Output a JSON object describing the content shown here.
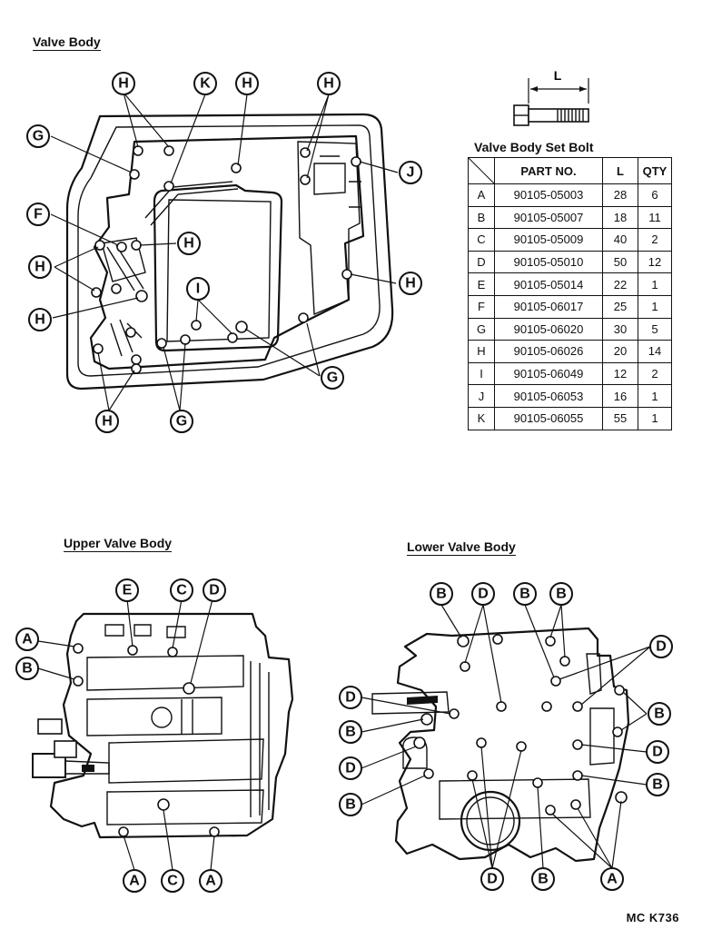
{
  "titles": {
    "valve_body": "Valve Body",
    "upper_valve_body": "Upper Valve Body",
    "lower_valve_body": "Lower Valve Body"
  },
  "bolt_dimension_label": "L",
  "table": {
    "title": "Valve Body Set Bolt",
    "headers": [
      "PART NO.",
      "L",
      "QTY"
    ],
    "rows": [
      {
        "key": "A",
        "part": "90105-05003",
        "L": "28",
        "qty": "6"
      },
      {
        "key": "B",
        "part": "90105-05007",
        "L": "18",
        "qty": "11"
      },
      {
        "key": "C",
        "part": "90105-05009",
        "L": "40",
        "qty": "2"
      },
      {
        "key": "D",
        "part": "90105-05010",
        "L": "50",
        "qty": "12"
      },
      {
        "key": "E",
        "part": "90105-05014",
        "L": "22",
        "qty": "1"
      },
      {
        "key": "F",
        "part": "90105-06017",
        "L": "25",
        "qty": "1"
      },
      {
        "key": "G",
        "part": "90105-06020",
        "L": "30",
        "qty": "5"
      },
      {
        "key": "H",
        "part": "90105-06026",
        "L": "20",
        "qty": "14"
      },
      {
        "key": "I",
        "part": "90105-06049",
        "L": "12",
        "qty": "2"
      },
      {
        "key": "J",
        "part": "90105-06053",
        "L": "16",
        "qty": "1"
      },
      {
        "key": "K",
        "part": "90105-06055",
        "L": "55",
        "qty": "1"
      }
    ]
  },
  "figure_code": "MC  K736"
}
